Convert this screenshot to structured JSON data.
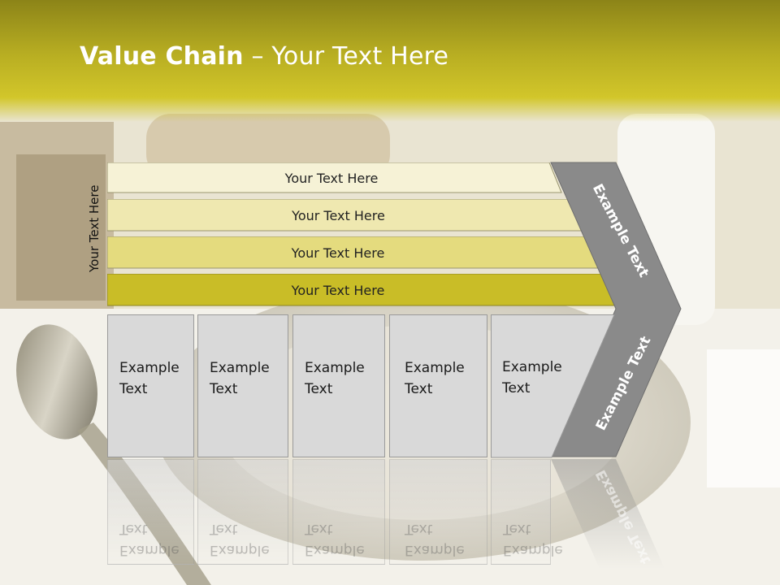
{
  "title": {
    "bold": "Value Chain",
    "rest": " – Your Text Here"
  },
  "side_label": "Your Text Here",
  "bars": [
    {
      "label": "Your Text Here",
      "color": "#f6f2d6"
    },
    {
      "label": "Your Text Here",
      "color": "#efe8b0"
    },
    {
      "label": "Your Text Here",
      "color": "#e4db7e"
    },
    {
      "label": "Your Text Here",
      "color": "#c9bd27"
    }
  ],
  "boxes": [
    {
      "line1": "Example",
      "line2": "Text"
    },
    {
      "line1": "Example",
      "line2": "Text"
    },
    {
      "line1": "Example",
      "line2": "Text"
    },
    {
      "line1": "Example",
      "line2": "Text"
    },
    {
      "line1": "Example",
      "line2": "Text"
    }
  ],
  "arrow": {
    "upper_label": "Example Text",
    "lower_label": "Example Text",
    "color": "#8a8a8a"
  }
}
